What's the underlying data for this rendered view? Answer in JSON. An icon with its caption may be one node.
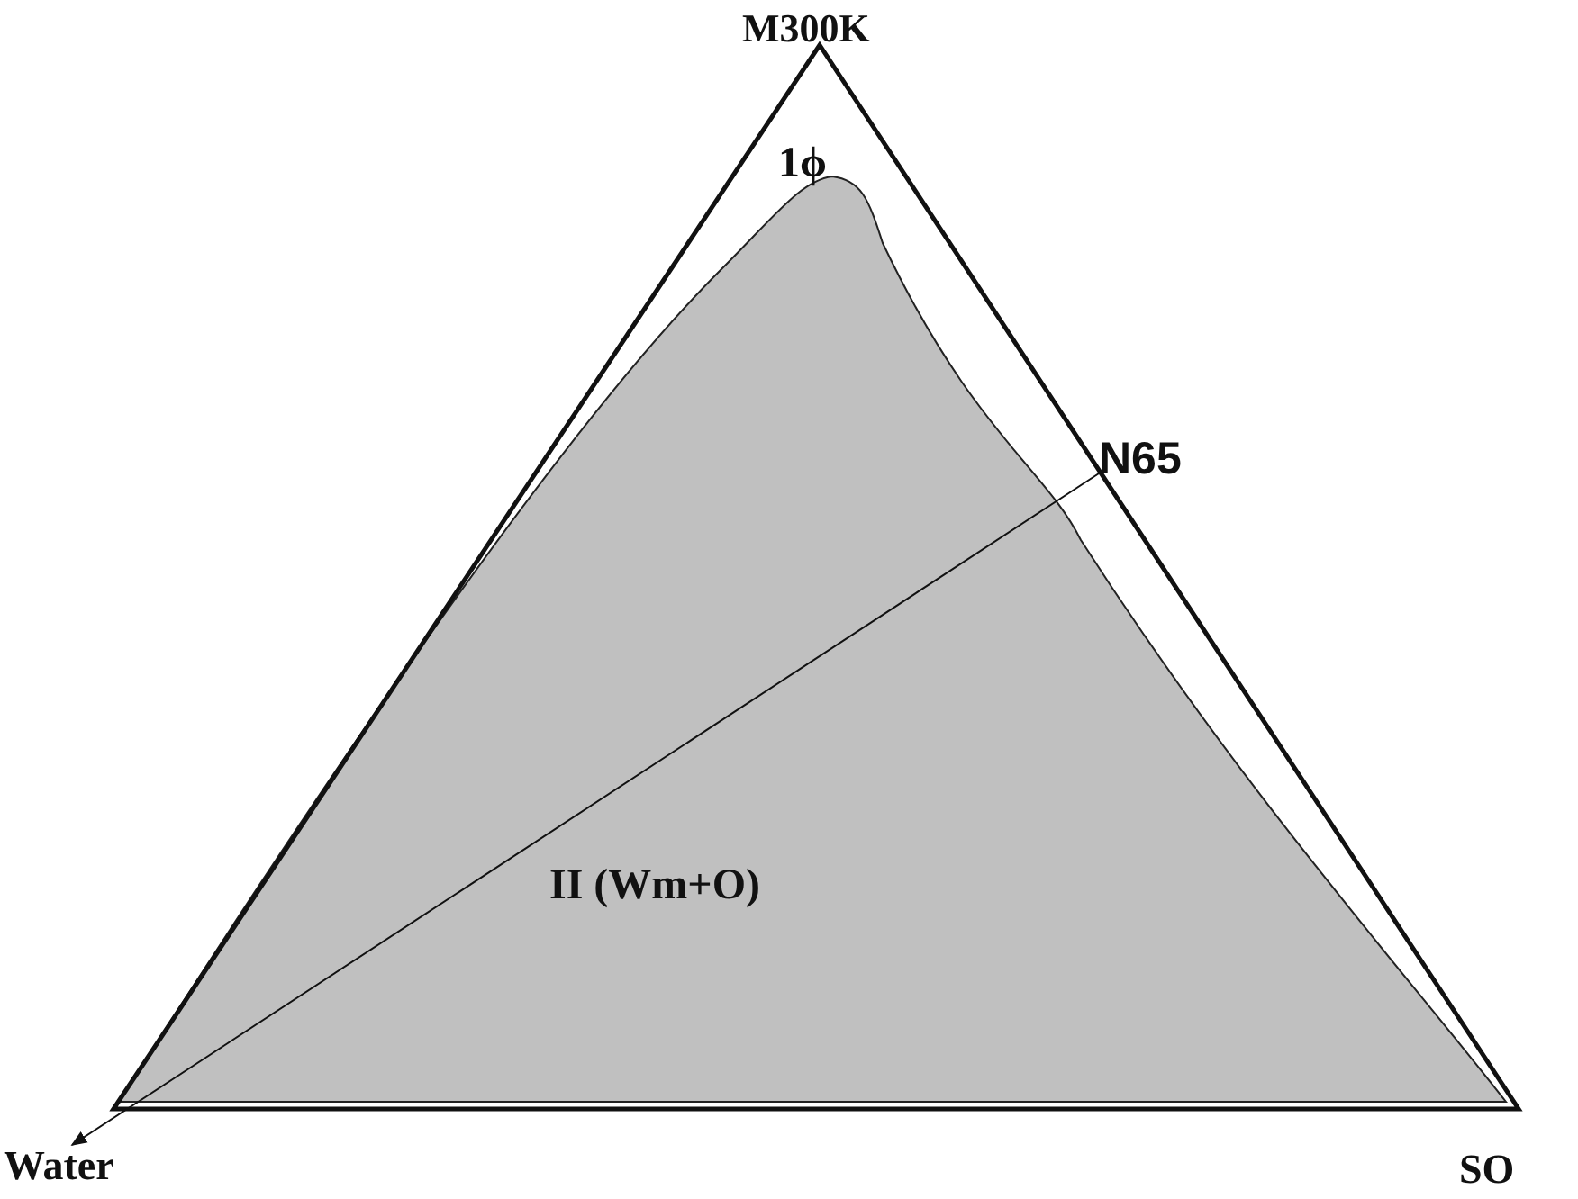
{
  "diagram": {
    "nodes": [
      {
        "text": [
          "N65"
        ]
      },
      {
        "text": [
          "Water"
        ]
      }
    ],
    "edges": [
      {
        "from": 0,
        "to": 1,
        "arrow": "to"
      }
    ],
    "labels": [
      "M300K",
      "1ϕ",
      "II (Wm+O)",
      "SO"
    ]
  }
}
